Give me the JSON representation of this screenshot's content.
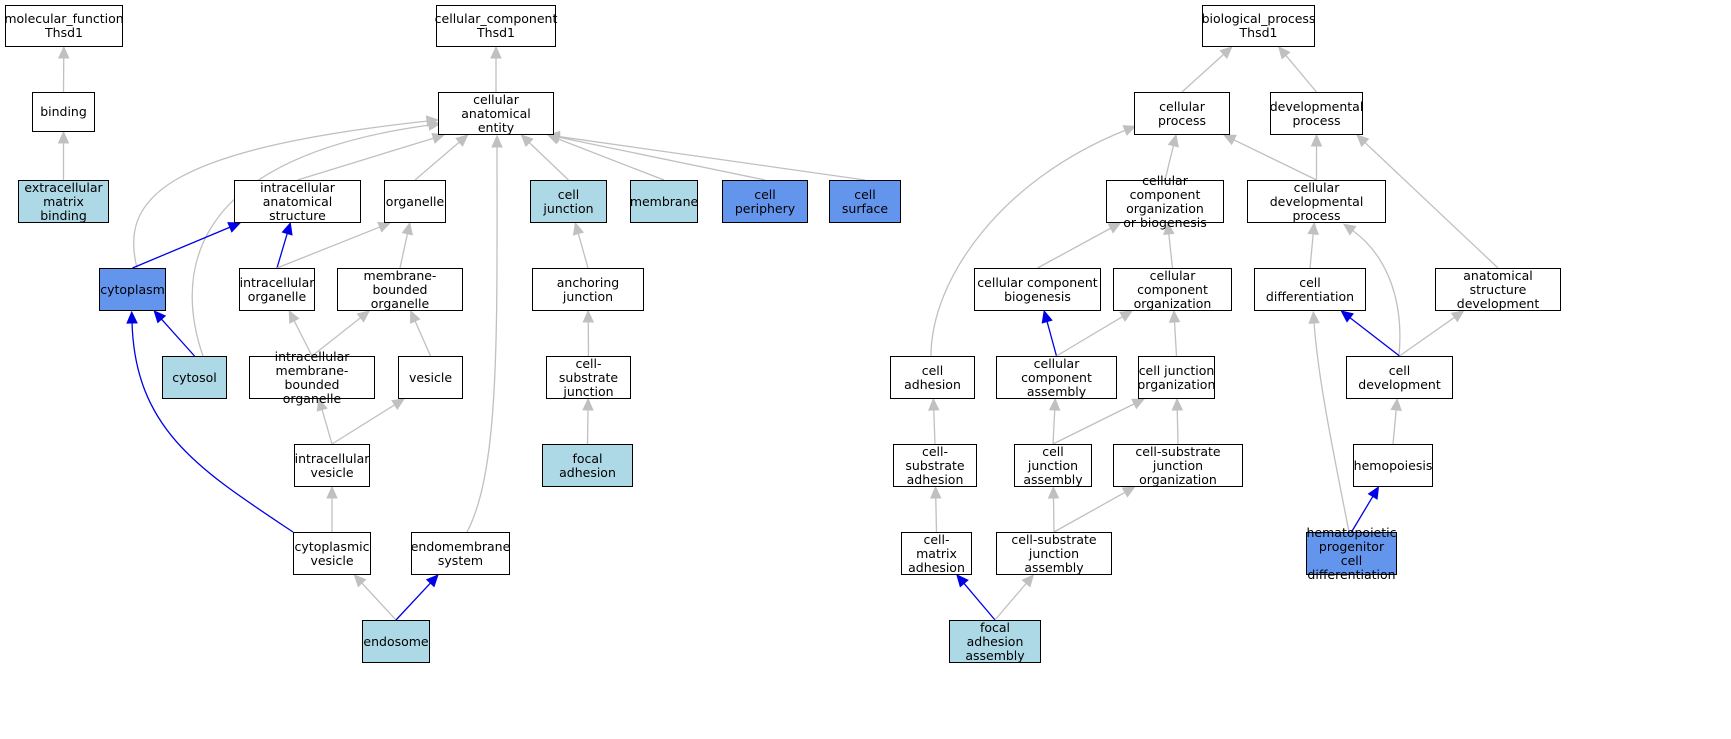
{
  "colors": {
    "light_node": "#add8e6",
    "dark_node": "#6495ed",
    "gray_edge": "#c0c0c0",
    "blue_edge": "#0000e6"
  },
  "nodes": {
    "mf_thsd1": {
      "label": "molecular_function\nThsd1",
      "fill": "white"
    },
    "binding": {
      "label": "binding",
      "fill": "white"
    },
    "ecm_binding": {
      "label": "extracellular\nmatrix binding",
      "fill": "light"
    },
    "cc_thsd1": {
      "label": "cellular_component\nThsd1",
      "fill": "white"
    },
    "cae": {
      "label": "cellular anatomical\nentity",
      "fill": "white"
    },
    "ias": {
      "label": "intracellular\nanatomical structure",
      "fill": "white"
    },
    "organelle": {
      "label": "organelle",
      "fill": "white"
    },
    "cell_junction": {
      "label": "cell junction",
      "fill": "light"
    },
    "membrane": {
      "label": "membrane",
      "fill": "light"
    },
    "cell_periphery": {
      "label": "cell periphery",
      "fill": "dark"
    },
    "cell_surface": {
      "label": "cell surface",
      "fill": "dark"
    },
    "cytoplasm": {
      "label": "cytoplasm",
      "fill": "dark"
    },
    "intra_organelle": {
      "label": "intracellular\norganelle",
      "fill": "white"
    },
    "mb_organelle": {
      "label": "membrane-bounded\norganelle",
      "fill": "white"
    },
    "anchoring_junction": {
      "label": "anchoring junction",
      "fill": "white"
    },
    "cytosol": {
      "label": "cytosol",
      "fill": "light"
    },
    "imb_organelle": {
      "label": "intracellular\nmembrane-bounded\norganelle",
      "fill": "white"
    },
    "vesicle": {
      "label": "vesicle",
      "fill": "white"
    },
    "cs_junction": {
      "label": "cell-substrate\njunction",
      "fill": "white"
    },
    "intra_vesicle": {
      "label": "intracellular\nvesicle",
      "fill": "white"
    },
    "focal_adhesion": {
      "label": "focal adhesion",
      "fill": "light"
    },
    "cyto_vesicle": {
      "label": "cytoplasmic\nvesicle",
      "fill": "white"
    },
    "endomembrane": {
      "label": "endomembrane\nsystem",
      "fill": "white"
    },
    "endosome": {
      "label": "endosome",
      "fill": "light"
    },
    "bp_thsd1": {
      "label": "biological_process\nThsd1",
      "fill": "white"
    },
    "cellular_process": {
      "label": "cellular process",
      "fill": "white"
    },
    "dev_process": {
      "label": "developmental\nprocess",
      "fill": "white"
    },
    "cc_org_biogen": {
      "label": "cellular component\norganization\nor biogenesis",
      "fill": "white"
    },
    "cell_dev_process": {
      "label": "cellular developmental\nprocess",
      "fill": "white"
    },
    "cc_biogenesis": {
      "label": "cellular component\nbiogenesis",
      "fill": "white"
    },
    "cc_organization": {
      "label": "cellular component\norganization",
      "fill": "white"
    },
    "cell_diff": {
      "label": "cell differentiation",
      "fill": "white"
    },
    "anat_struct_dev": {
      "label": "anatomical structure\ndevelopment",
      "fill": "white"
    },
    "cell_adhesion": {
      "label": "cell adhesion",
      "fill": "white"
    },
    "cc_assembly": {
      "label": "cellular component\nassembly",
      "fill": "white"
    },
    "cj_organization": {
      "label": "cell junction\norganization",
      "fill": "white"
    },
    "cell_development": {
      "label": "cell development",
      "fill": "white"
    },
    "cs_adhesion": {
      "label": "cell-substrate\nadhesion",
      "fill": "white"
    },
    "cj_assembly": {
      "label": "cell junction\nassembly",
      "fill": "white"
    },
    "csj_organization": {
      "label": "cell-substrate\njunction organization",
      "fill": "white"
    },
    "hemopoiesis": {
      "label": "hemopoiesis",
      "fill": "white"
    },
    "cm_adhesion": {
      "label": "cell-matrix\nadhesion",
      "fill": "white"
    },
    "csj_assembly": {
      "label": "cell-substrate\njunction assembly",
      "fill": "white"
    },
    "hpc_diff": {
      "label": "hematopoietic\nprogenitor cell\ndifferentiation",
      "fill": "dark"
    },
    "fa_assembly": {
      "label": "focal adhesion\nassembly",
      "fill": "light"
    }
  },
  "edges": [
    {
      "from": "binding",
      "to": "mf_thsd1",
      "color": "gray"
    },
    {
      "from": "ecm_binding",
      "to": "binding",
      "color": "gray"
    },
    {
      "from": "cae",
      "to": "cc_thsd1",
      "color": "gray"
    },
    {
      "from": "ias",
      "to": "cae",
      "color": "gray"
    },
    {
      "from": "organelle",
      "to": "cae",
      "color": "gray"
    },
    {
      "from": "cell_junction",
      "to": "cae",
      "color": "gray"
    },
    {
      "from": "membrane",
      "to": "cae",
      "color": "gray"
    },
    {
      "from": "cell_periphery",
      "to": "cae",
      "color": "gray"
    },
    {
      "from": "cell_surface",
      "to": "cae",
      "color": "gray"
    },
    {
      "from": "cytoplasm",
      "to": "cae",
      "color": "gray",
      "curve": "c1"
    },
    {
      "from": "cytosol",
      "to": "cae",
      "color": "gray",
      "curve": "c2"
    },
    {
      "from": "endomembrane",
      "to": "cae",
      "color": "gray",
      "curve": "c3"
    },
    {
      "from": "cytoplasm",
      "to": "ias",
      "color": "blue"
    },
    {
      "from": "intra_organelle",
      "to": "ias",
      "color": "blue"
    },
    {
      "from": "intra_organelle",
      "to": "organelle",
      "color": "gray"
    },
    {
      "from": "mb_organelle",
      "to": "organelle",
      "color": "gray"
    },
    {
      "from": "anchoring_junction",
      "to": "cell_junction",
      "color": "gray"
    },
    {
      "from": "cytosol",
      "to": "cytoplasm",
      "color": "blue"
    },
    {
      "from": "cyto_vesicle",
      "to": "cytoplasm",
      "color": "blue",
      "curve": "c4"
    },
    {
      "from": "imb_organelle",
      "to": "intra_organelle",
      "color": "gray"
    },
    {
      "from": "imb_organelle",
      "to": "mb_organelle",
      "color": "gray"
    },
    {
      "from": "vesicle",
      "to": "mb_organelle",
      "color": "gray"
    },
    {
      "from": "cs_junction",
      "to": "anchoring_junction",
      "color": "gray"
    },
    {
      "from": "intra_vesicle",
      "to": "imb_organelle",
      "color": "gray"
    },
    {
      "from": "intra_vesicle",
      "to": "vesicle",
      "color": "gray"
    },
    {
      "from": "focal_adhesion",
      "to": "cs_junction",
      "color": "gray"
    },
    {
      "from": "cyto_vesicle",
      "to": "intra_vesicle",
      "color": "gray"
    },
    {
      "from": "endosome",
      "to": "cyto_vesicle",
      "color": "gray"
    },
    {
      "from": "endosome",
      "to": "endomembrane",
      "color": "blue"
    },
    {
      "from": "cellular_process",
      "to": "bp_thsd1",
      "color": "gray"
    },
    {
      "from": "dev_process",
      "to": "bp_thsd1",
      "color": "gray"
    },
    {
      "from": "cc_org_biogen",
      "to": "cellular_process",
      "color": "gray"
    },
    {
      "from": "cell_dev_process",
      "to": "cellular_process",
      "color": "gray"
    },
    {
      "from": "cell_dev_process",
      "to": "dev_process",
      "color": "gray"
    },
    {
      "from": "anat_struct_dev",
      "to": "dev_process",
      "color": "gray"
    },
    {
      "from": "cell_adhesion",
      "to": "cellular_process",
      "color": "gray",
      "curve": "c5"
    },
    {
      "from": "cc_biogenesis",
      "to": "cc_org_biogen",
      "color": "gray"
    },
    {
      "from": "cc_organization",
      "to": "cc_org_biogen",
      "color": "gray"
    },
    {
      "from": "cell_diff",
      "to": "cell_dev_process",
      "color": "gray"
    },
    {
      "from": "cell_development",
      "to": "cell_dev_process",
      "color": "gray",
      "curve": "c6"
    },
    {
      "from": "cc_assembly",
      "to": "cc_biogenesis",
      "color": "blue"
    },
    {
      "from": "cc_assembly",
      "to": "cc_organization",
      "color": "gray"
    },
    {
      "from": "cj_organization",
      "to": "cc_organization",
      "color": "gray"
    },
    {
      "from": "cell_development",
      "to": "cell_diff",
      "color": "blue"
    },
    {
      "from": "cell_development",
      "to": "anat_struct_dev",
      "color": "gray"
    },
    {
      "from": "hpc_diff",
      "to": "cell_diff",
      "color": "gray",
      "curve": "c7"
    },
    {
      "from": "cs_adhesion",
      "to": "cell_adhesion",
      "color": "gray"
    },
    {
      "from": "cj_assembly",
      "to": "cc_assembly",
      "color": "gray"
    },
    {
      "from": "cj_assembly",
      "to": "cj_organization",
      "color": "gray"
    },
    {
      "from": "csj_organization",
      "to": "cj_organization",
      "color": "gray"
    },
    {
      "from": "hemopoiesis",
      "to": "cell_development",
      "color": "gray"
    },
    {
      "from": "cm_adhesion",
      "to": "cs_adhesion",
      "color": "gray"
    },
    {
      "from": "csj_assembly",
      "to": "cj_assembly",
      "color": "gray"
    },
    {
      "from": "csj_assembly",
      "to": "csj_organization",
      "color": "gray"
    },
    {
      "from": "hpc_diff",
      "to": "hemopoiesis",
      "color": "blue"
    },
    {
      "from": "fa_assembly",
      "to": "cm_adhesion",
      "color": "blue"
    },
    {
      "from": "fa_assembly",
      "to": "csj_assembly",
      "color": "gray"
    }
  ]
}
